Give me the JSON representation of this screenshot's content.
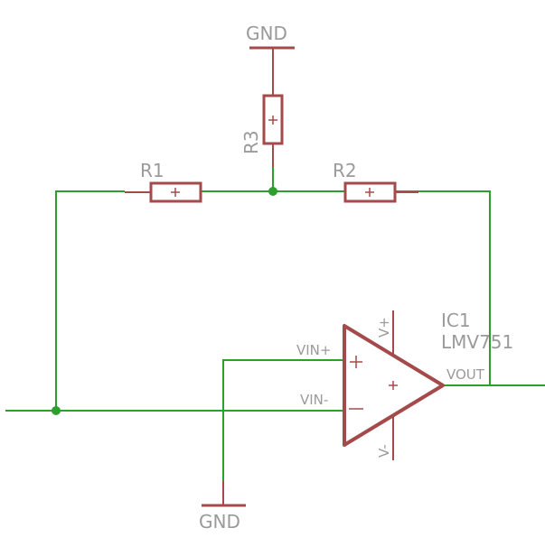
{
  "labels": {
    "gnd_top": "GND",
    "gnd_bottom": "GND",
    "r1": "R1",
    "r2": "R2",
    "r3": "R3",
    "ic_name": "IC1",
    "ic_value": "LMV751",
    "pin_vin_plus": "VIN+",
    "pin_vin_minus": "VIN-",
    "pin_vout": "VOUT",
    "pin_vplus": "V+",
    "pin_vminus": "V-"
  },
  "colors": {
    "wire": "#2e9e2e",
    "component": "#a54a4a",
    "label": "#9a9a9a",
    "background": "#ffffff"
  }
}
